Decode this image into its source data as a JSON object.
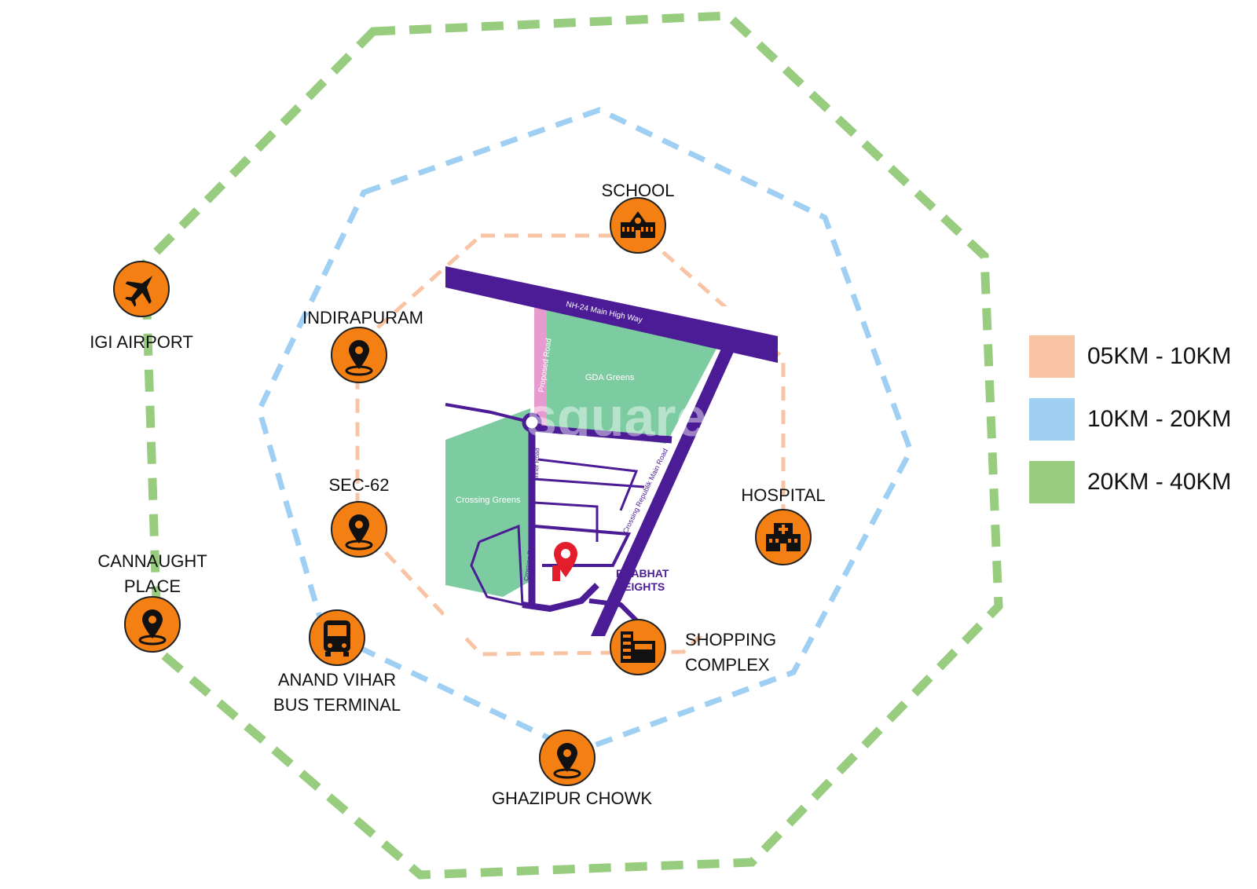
{
  "colors": {
    "ring_inner": "#f8c4a4",
    "ring_middle": "#9fcff2",
    "ring_outer": "#98cd80",
    "icon_fill": "#f47f12",
    "road": "#4b1c96",
    "green_area": "#7dcba0",
    "pink_road": "#e89bcf",
    "pin_red": "#e31d2b"
  },
  "map": {
    "highway_label": "NH-24 Main High Way",
    "gda_greens": "GDA Greens",
    "crossing_greens": "Crossing Greens",
    "proposed_road": "Proposed Road",
    "inner_road": "Inner Road",
    "main_road": "Crossing Republik Main Road",
    "crossing_republik": "Crossing Republik",
    "project_line1": "PRABHAT",
    "project_line2": "HEIGHTS",
    "watermark": "square"
  },
  "places": [
    {
      "icon": "school-icon",
      "lines": [
        "SCHOOL"
      ]
    },
    {
      "icon": "location-pin-icon",
      "lines": [
        "INDIRAPURAM"
      ]
    },
    {
      "icon": "location-pin-icon",
      "lines": [
        "SEC-62"
      ]
    },
    {
      "icon": "hospital-icon",
      "lines": [
        "HOSPITAL"
      ]
    },
    {
      "icon": "mall-icon",
      "lines": [
        "SHOPPING",
        "COMPLEX"
      ]
    },
    {
      "icon": "airplane-icon",
      "lines": [
        "IGI AIRPORT"
      ]
    },
    {
      "icon": "location-pin-icon",
      "lines": [
        "CANNAUGHT",
        "PLACE"
      ]
    },
    {
      "icon": "bus-icon",
      "lines": [
        "ANAND VIHAR",
        "BUS TERMINAL"
      ]
    },
    {
      "icon": "location-pin-icon",
      "lines": [
        "GHAZIPUR CHOWK"
      ]
    }
  ],
  "legend": [
    {
      "label": "05KM - 10KM",
      "color": "#f8c4a4"
    },
    {
      "label": "10KM - 20KM",
      "color": "#9fcff2"
    },
    {
      "label": "20KM - 40KM",
      "color": "#98cd80"
    }
  ]
}
